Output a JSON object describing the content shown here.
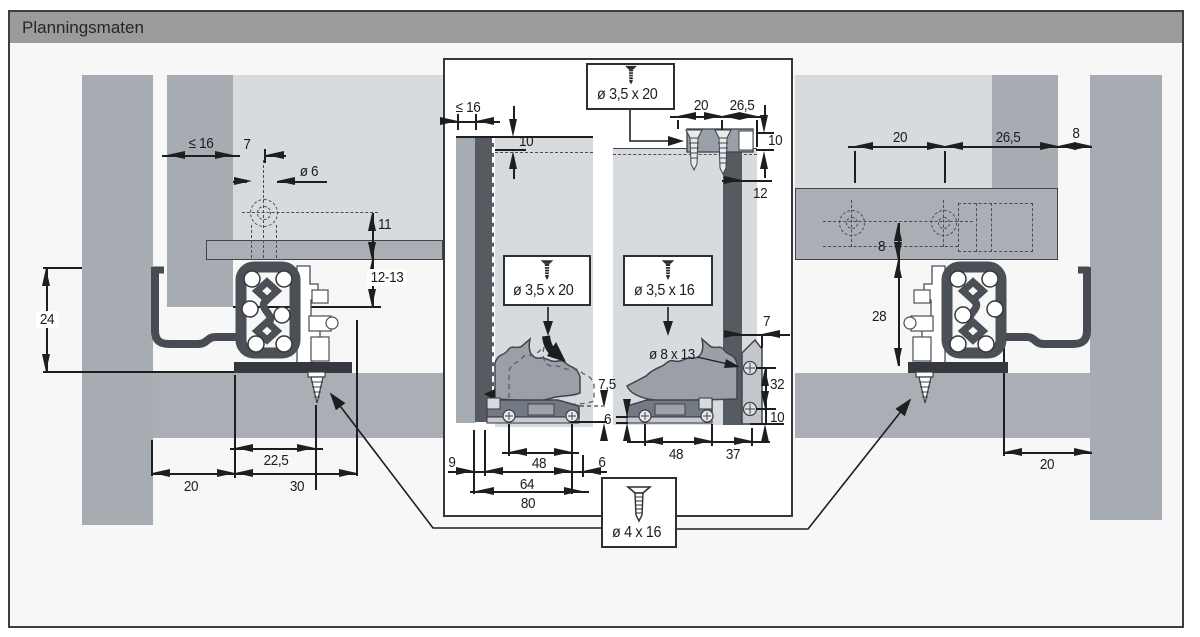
{
  "header": {
    "title": "Planningsmaten"
  },
  "colors": {
    "header_bg": "#9b9b9b",
    "panel": "#a7abb2",
    "panel_light": "#d8dbde",
    "panel_mid": "#abaeb4",
    "profile_dark": "#4b5056",
    "bar_black": "#35393e",
    "outline": "#3f444a",
    "line": "#1c1e20",
    "page_bg": "#f7f7f8",
    "inset_bg": "#ffffff"
  },
  "main_left": {
    "panel_max": "≤ 16",
    "offset_front": "7",
    "hole_dia": "ø 6",
    "h11": "11",
    "h12_13": "12-13",
    "h24": "24",
    "w22_5": "22,5",
    "w20": "20",
    "w30": "30"
  },
  "main_right": {
    "w20": "20",
    "w26_5": "26,5",
    "w8": "8",
    "v8": "8",
    "v28": "28",
    "w20b": "20"
  },
  "inset": {
    "screw_top": "ø 3,5 x 20",
    "panel_max": "≤ 16",
    "t10": "10",
    "screw_left": "ø 3,5 x 20",
    "screw_right": "ø 3,5 x 16",
    "euro_screw": "ø 8 x 13",
    "d7_5": "7,5",
    "d6_left": "6",
    "d48_left": "48",
    "d9": "9",
    "d6_gap": "6",
    "d64": "64",
    "d80": "80",
    "d20": "20",
    "d26_5": "26,5",
    "d10_top": "10",
    "d12": "12",
    "d48_right": "48",
    "d37": "37",
    "d32": "32",
    "d10_bottom": "10",
    "d7": "7"
  },
  "bottom_box": {
    "screw": "ø 4 x 16"
  }
}
